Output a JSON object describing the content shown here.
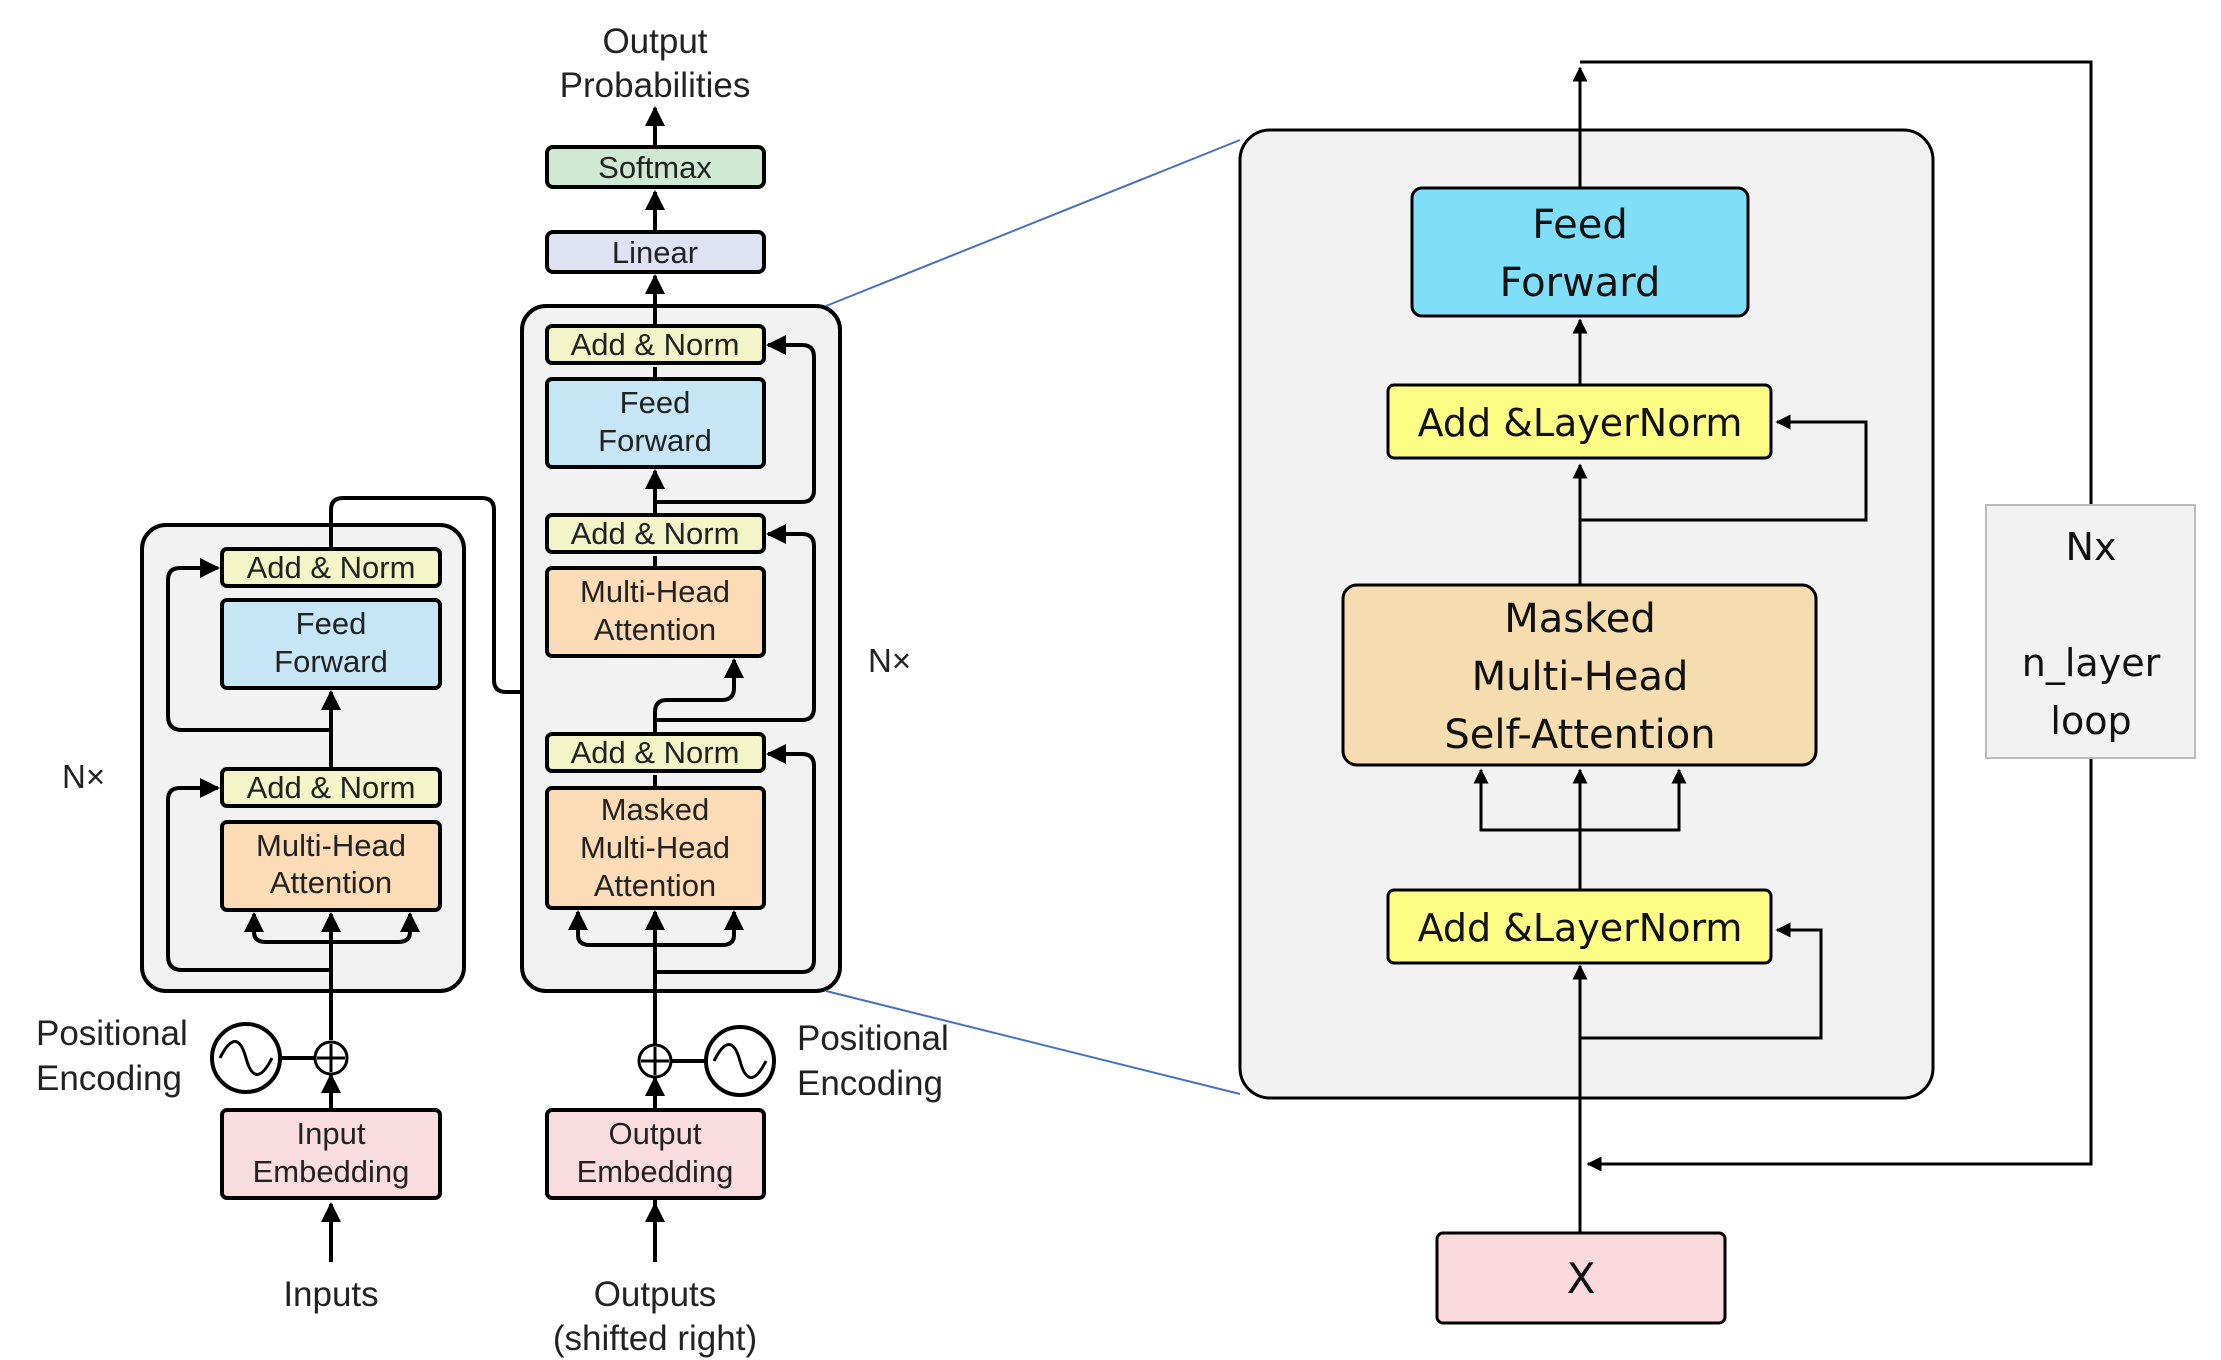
{
  "left": {
    "output_probabilities": [
      "Output",
      "Probabilities"
    ],
    "softmax": "Softmax",
    "linear": "Linear",
    "add_norm": "Add & Norm",
    "feed_forward": [
      "Feed",
      "Forward"
    ],
    "multi_head_attention": [
      "Multi-Head",
      "Attention"
    ],
    "masked_multi_head_attention": [
      "Masked",
      "Multi-Head",
      "Attention"
    ],
    "nx": "N×",
    "positional_encoding": [
      "Positional",
      "Encoding"
    ],
    "input_embedding": [
      "Input",
      "Embedding"
    ],
    "output_embedding": [
      "Output",
      "Embedding"
    ],
    "inputs": "Inputs",
    "outputs": [
      "Outputs",
      "(shifted right)"
    ]
  },
  "right": {
    "feed_forward": [
      "Feed",
      "Forward"
    ],
    "add_layernorm": "Add &LayerNorm",
    "masked_self_attention": [
      "Masked",
      "Multi-Head",
      "Self-Attention"
    ],
    "x": "X",
    "loop": [
      "Nx",
      "n_layer",
      "loop"
    ]
  },
  "colors": {
    "add_norm": "#f3f5c8",
    "feed_forward": "#c6e6f6",
    "attention": "#fcdcb7",
    "embedding": "#f9dce0",
    "softmax": "#cfe9d3",
    "linear": "#dfe2f3",
    "block_bg": "#f2f2f2",
    "right_ff": "#7fdff9",
    "right_addnorm": "#fdfd86",
    "right_attention": "#f5ddaf",
    "right_x": "#f9d9de",
    "zoom_line": "#4a6fc0"
  }
}
